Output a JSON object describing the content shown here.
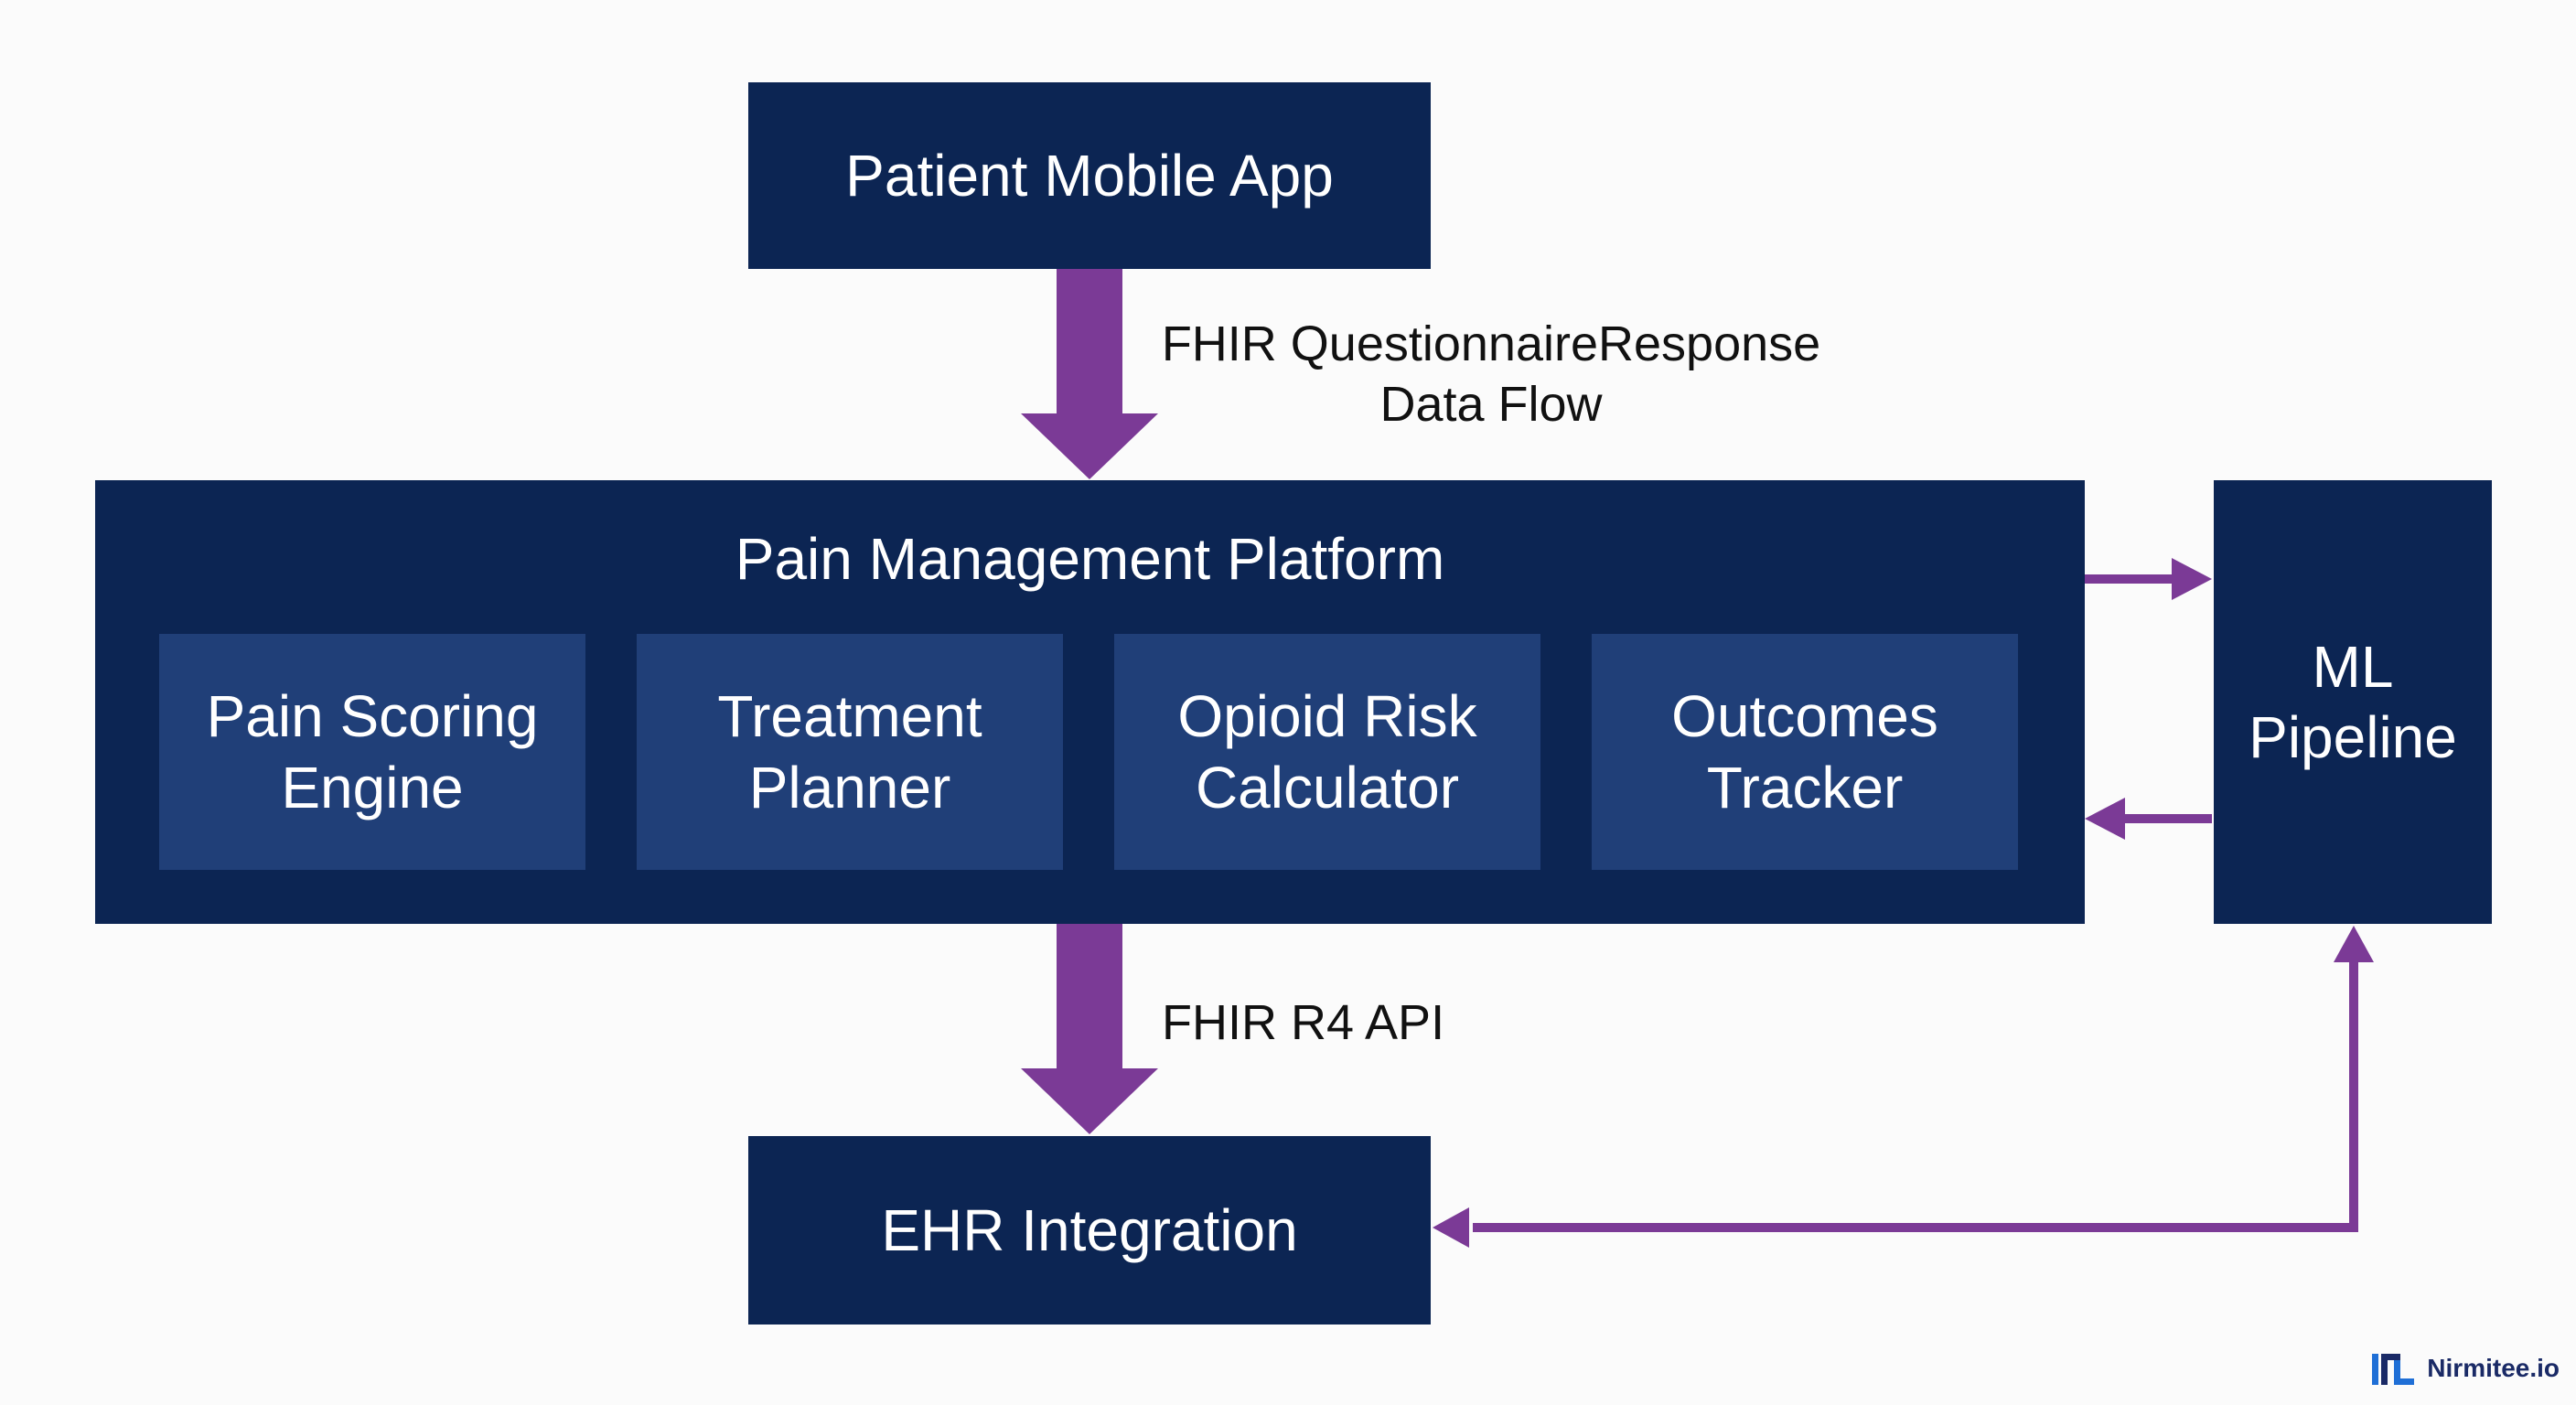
{
  "diagram": {
    "patient_app": "Patient Mobile App",
    "flow_top": [
      "FHIR QuestionnaireResponse",
      "Data Flow"
    ],
    "platform": {
      "title": "Pain Management Platform",
      "modules": [
        [
          "Pain Scoring",
          "Engine"
        ],
        [
          "Treatment",
          "Planner"
        ],
        [
          "Opioid Risk",
          "Calculator"
        ],
        [
          "Outcomes",
          "Tracker"
        ]
      ]
    },
    "ml_pipeline": [
      "ML",
      "Pipeline"
    ],
    "flow_bottom": "FHIR R4 API",
    "ehr": "EHR Integration"
  },
  "brand": {
    "name": "Nirmitee.io",
    "logo_icon": "nirmitee-logo-icon"
  },
  "colors": {
    "box": "#0c2553",
    "module": "#203f78",
    "arrow": "#7b3a96",
    "text_light": "#ffffff",
    "text_dark": "#111111"
  }
}
